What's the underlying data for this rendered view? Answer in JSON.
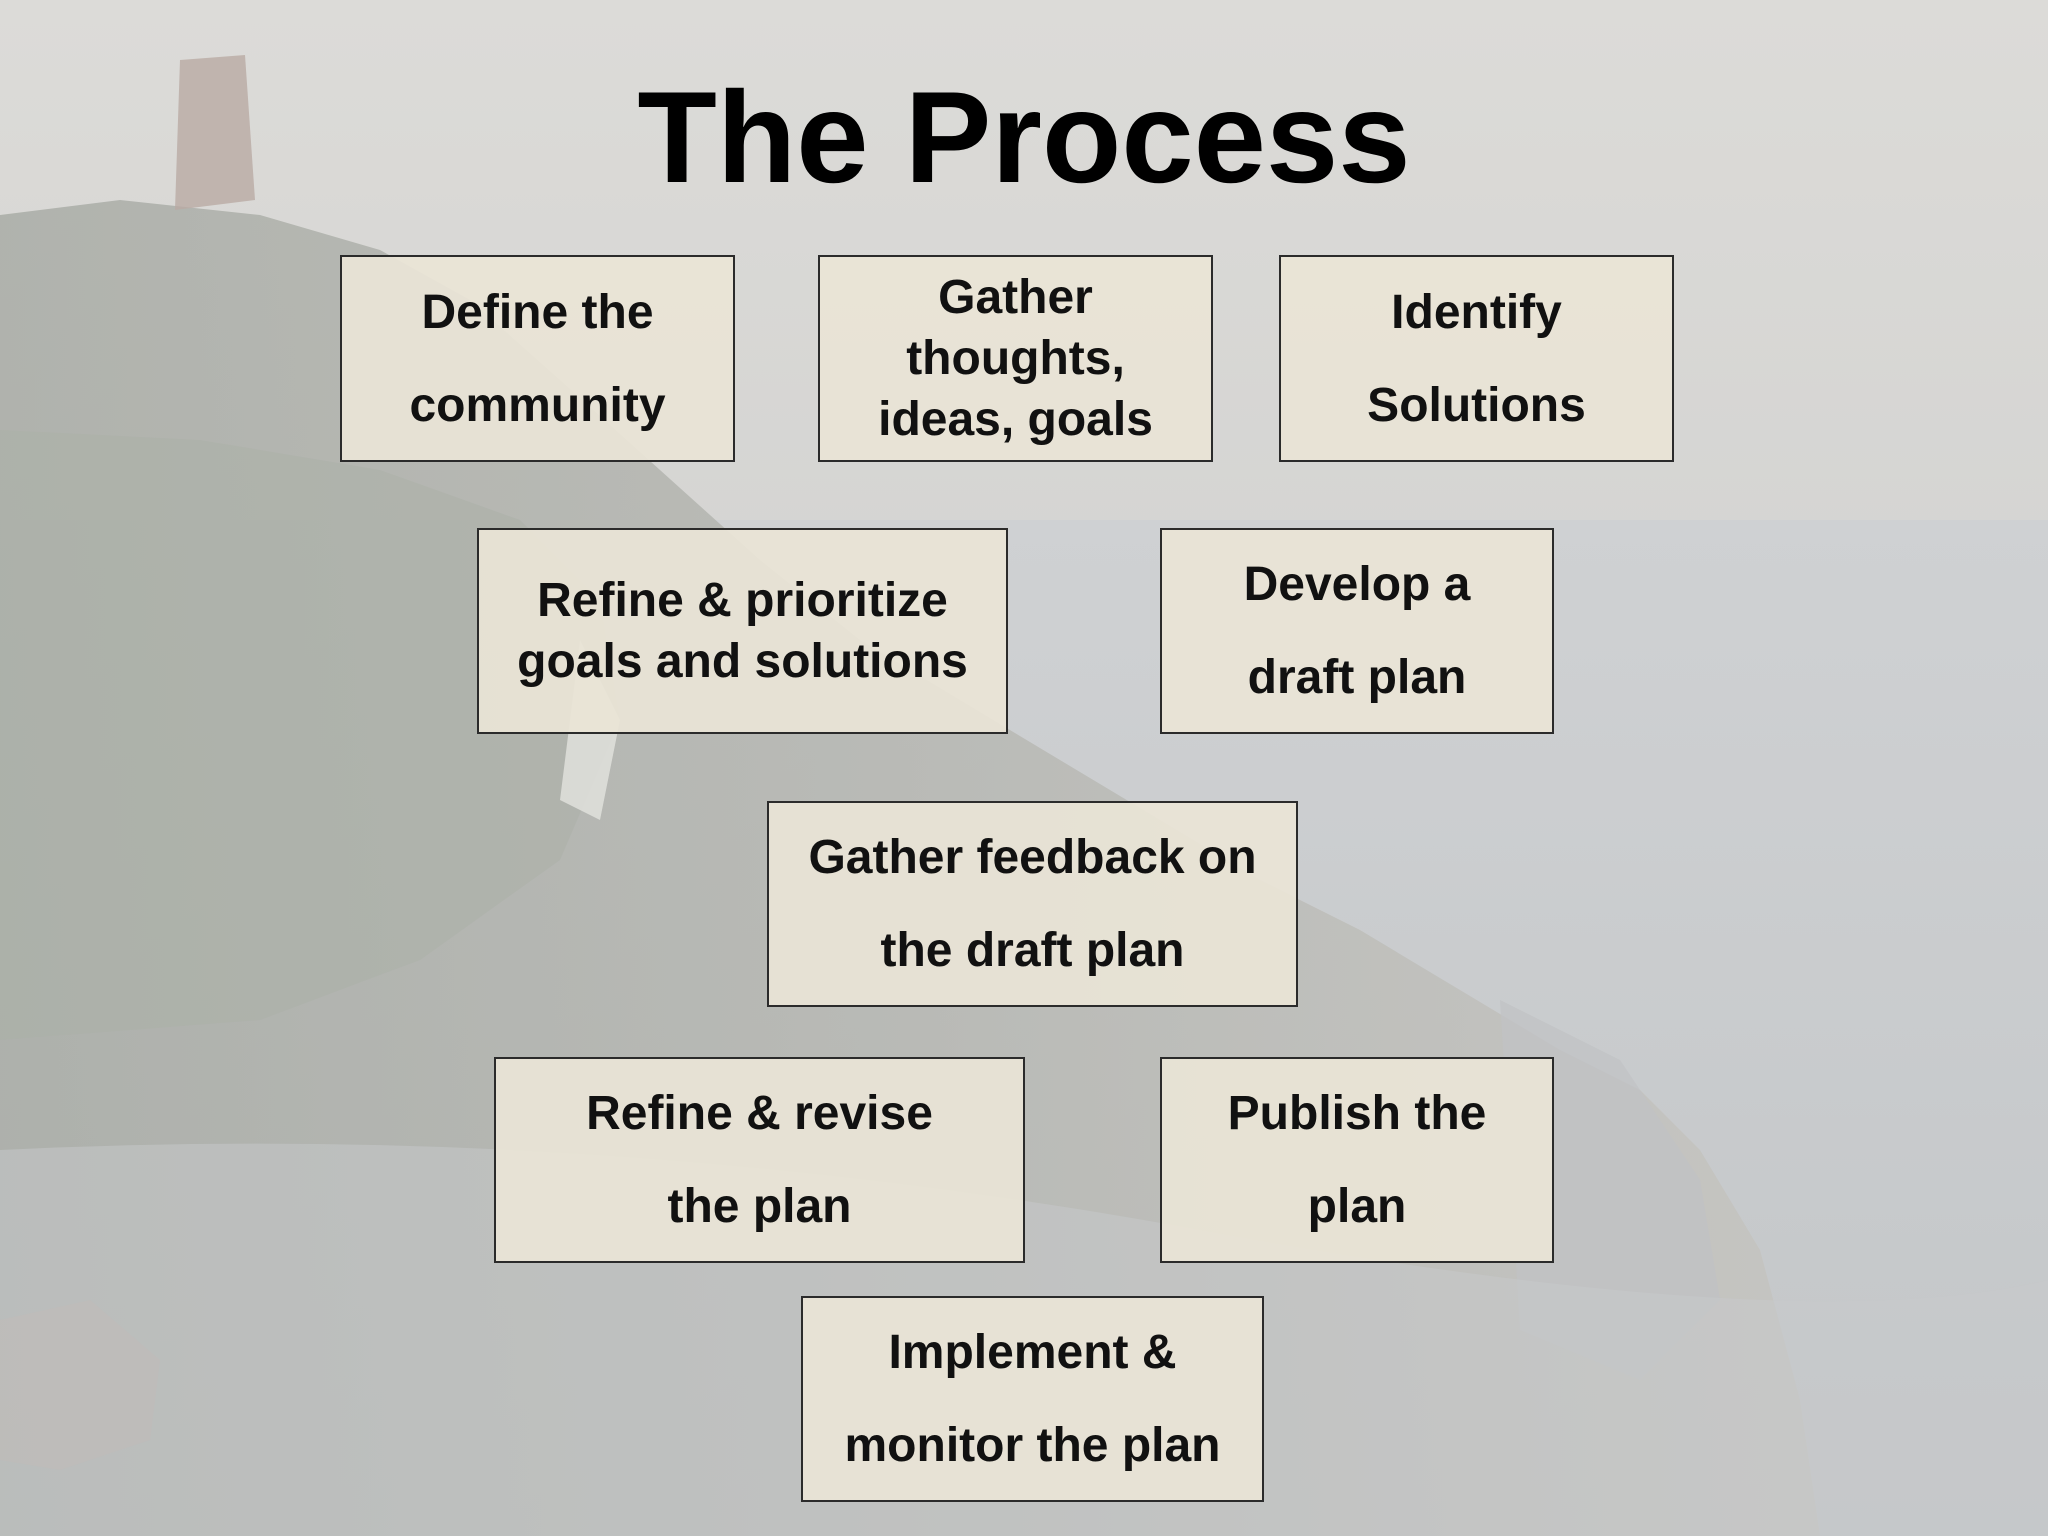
{
  "slide": {
    "title": "The Process",
    "steps": [
      {
        "id": "define-community",
        "label": "Define the\ncommunity"
      },
      {
        "id": "gather-thoughts",
        "label": "Gather\nthoughts,\nideas, goals"
      },
      {
        "id": "identify-solutions",
        "label": "Identify\nSolutions"
      },
      {
        "id": "refine-prioritize",
        "label": "Refine & prioritize\ngoals and solutions"
      },
      {
        "id": "develop-draft",
        "label": "Develop a\ndraft plan"
      },
      {
        "id": "gather-feedback",
        "label": "Gather feedback on\nthe draft plan"
      },
      {
        "id": "refine-revise",
        "label": "Refine & revise\nthe plan"
      },
      {
        "id": "publish-plan",
        "label": "Publish the\nplan"
      },
      {
        "id": "implement-monitor",
        "label": "Implement &\nmonitor the plan"
      }
    ]
  }
}
